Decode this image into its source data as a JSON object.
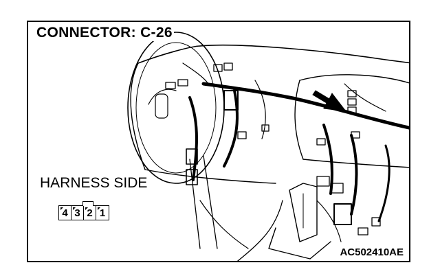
{
  "title": "CONNECTOR: C-26",
  "harness_label": "HARNESS SIDE",
  "connector": {
    "pins": [
      "4",
      "3",
      "2",
      "1"
    ]
  },
  "figure_code": "AC502410AE"
}
